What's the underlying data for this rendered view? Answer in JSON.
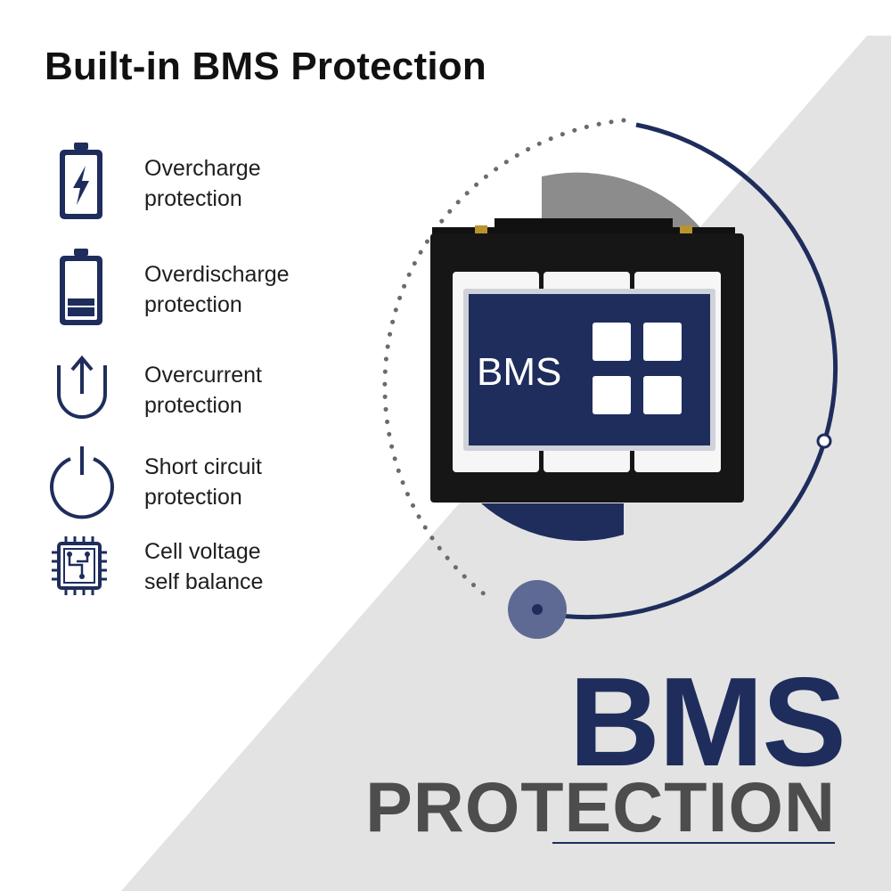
{
  "title": "Built-in BMS Protection",
  "features": [
    {
      "icon": "battery-charging-icon",
      "line1": "Overcharge",
      "line2": "protection"
    },
    {
      "icon": "battery-low-icon",
      "line1": "Overdischarge",
      "line2": "protection"
    },
    {
      "icon": "overcurrent-arrow-icon",
      "line1": "Overcurrent",
      "line2": "protection"
    },
    {
      "icon": "power-icon",
      "line1": "Short circuit",
      "line2": "protection"
    },
    {
      "icon": "circuit-chip-icon",
      "line1": "Cell voltage",
      "line2": "self balance"
    }
  ],
  "battery": {
    "chip_label": "BMS"
  },
  "headline": {
    "line1": "BMS",
    "line2": "PROTECTION"
  },
  "colors": {
    "navy": "#1e2d5c",
    "gray_text": "#4d4d4d",
    "background_panel": "#e3e3e3",
    "battery_case": "#111111"
  }
}
